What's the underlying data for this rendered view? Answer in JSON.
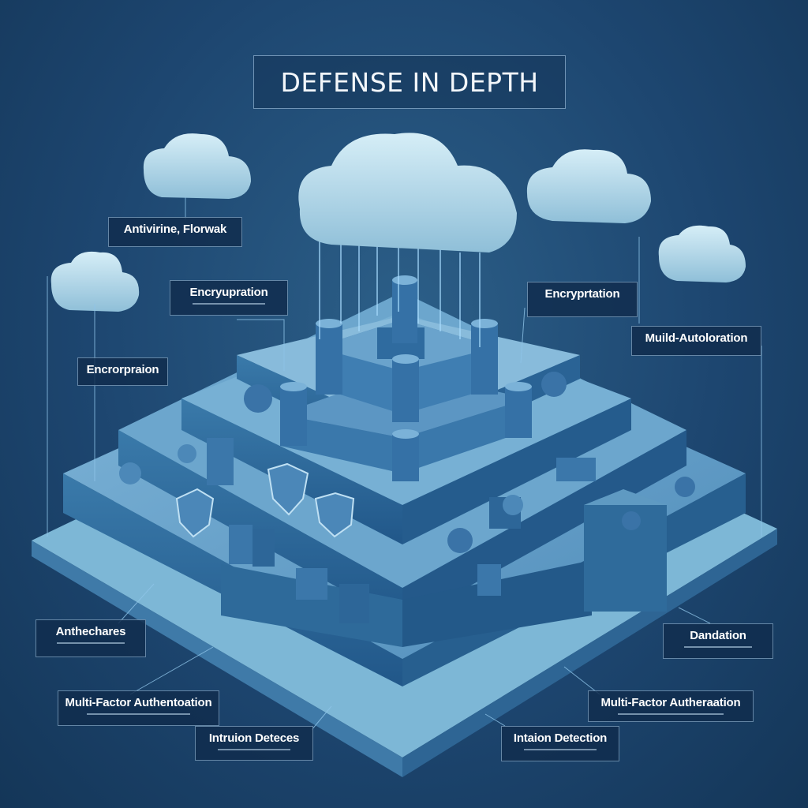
{
  "title": "DEFENSE IN DEPTH",
  "labels": {
    "antivirus_firewall": "Antivirine, Florwak",
    "encryption_left_inner": "Encryupration",
    "encryption_left_outer": "Encrorpraion",
    "encryption_right": "Encryprtation",
    "mfa_right_top": "Muild-Autoloration",
    "architectures": "Anthechares",
    "mfa_bottom_left": "Multi-Factor Authentoation",
    "intrusion_bottom_left": "Intruion Deteces",
    "intrusion_bottom_right": "Intaion Detection",
    "mfa_bottom_right": "Multi-Factor Autheraation",
    "deduplation": "Dandation"
  },
  "colors": {
    "background": "#1d4670",
    "platform_top": "#5f9ac2",
    "platform_side": "#2f6d9c",
    "castle": "#3f7eb2",
    "cloud": "#b7dcec",
    "beam": "#a8dcff"
  }
}
